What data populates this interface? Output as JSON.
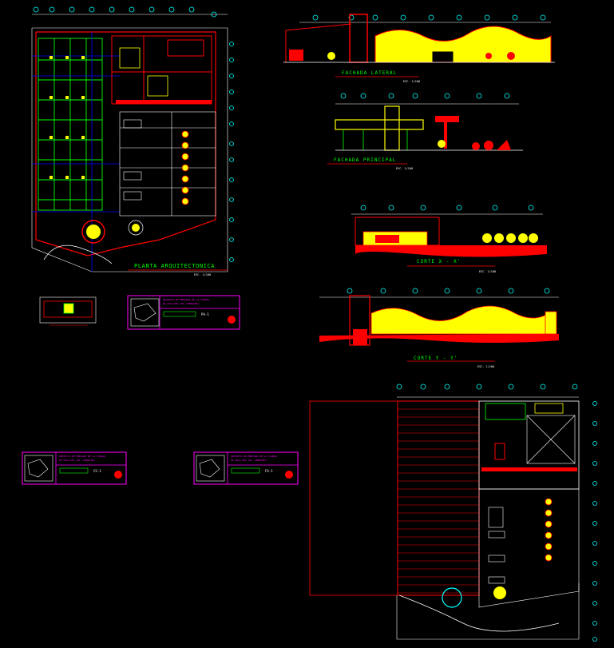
{
  "colors": {
    "background": "#000000",
    "wall": "#ff0000",
    "dimension": "#ffffff",
    "grid": "#00ff00",
    "fill": "#ffff00",
    "frame": "#ff00ff",
    "axis": "#0000ff",
    "accent": "#00ffff"
  },
  "labels": {
    "plan_title": "PLANTA ARQUITECTONICA",
    "plan_scale": "ESC. 1/100",
    "lateral_title": "FACHADA LATERAL",
    "lateral_scale": "ESC. 1/100",
    "main_title": "FACHADA PRINCIPAL",
    "main_scale": "ESC. 1/100",
    "cut_x_title": "CORTE  X - X'",
    "cut_x_scale": "ESC. 1/100",
    "cut_y_title": "CORTE  Y - Y'",
    "cut_y_scale": "ESC. 1/100"
  },
  "title_blocks": [
    {
      "project": "PROYECTO DE MERCADO DE LA CIUDAD",
      "place": "DE SUCA DEL SOL (PERUCHO)",
      "sheet": "PA-1"
    },
    {
      "project": "PROYECTO DE MERCADO DE LA CIUDAD",
      "place": "DE SUCA DEL SOL (PERUCHO)",
      "sheet": "CS-1"
    },
    {
      "project": "PROYECTO DE MERCADO DE LA CIUDAD",
      "place": "DE SUCA DEL SOL (PERUCHO)",
      "sheet": "FA-1"
    }
  ]
}
